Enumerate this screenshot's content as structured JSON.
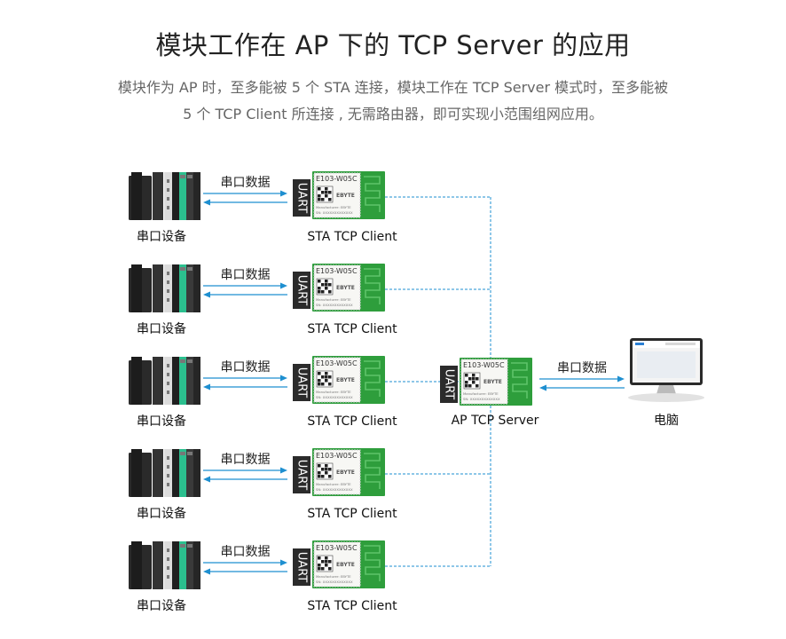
{
  "title": "模块工作在 AP 下的 TCP Server 的应用",
  "description": {
    "line1": "模块作为 AP 时，至多能被 5 个 STA 连接，模块工作在 TCP Server 模式时，至多能被",
    "line2": "5 个 TCP Client 所连接 , 无需路由器，即可实现小范围组网应用。"
  },
  "module": {
    "model": "E103-W05C",
    "brand": "EBYTE",
    "manufacturer": "Manufacturer: EBYTE",
    "sn": "SN: XXXXXXXXXXXXX",
    "interface": "UART"
  },
  "clients": [
    {
      "device_label": "串口设备",
      "link_label": "串口数据",
      "module_label": "STA  TCP  Client"
    },
    {
      "device_label": "串口设备",
      "link_label": "串口数据",
      "module_label": "STA  TCP  Client"
    },
    {
      "device_label": "串口设备",
      "link_label": "串口数据",
      "module_label": "STA  TCP  Client"
    },
    {
      "device_label": "串口设备",
      "link_label": "串口数据",
      "module_label": "STA  TCP  Client"
    },
    {
      "device_label": "串口设备",
      "link_label": "串口数据",
      "module_label": "STA  TCP  Client"
    }
  ],
  "server": {
    "module_label": "AP TCP Server",
    "link_label": "串口数据"
  },
  "computer": {
    "label": "电脑"
  },
  "colors": {
    "arrow": "#1e8fd0",
    "pcb": "#2e9e3c",
    "uart_tag": "#2b2b2b",
    "link": "#1e8fd0"
  }
}
